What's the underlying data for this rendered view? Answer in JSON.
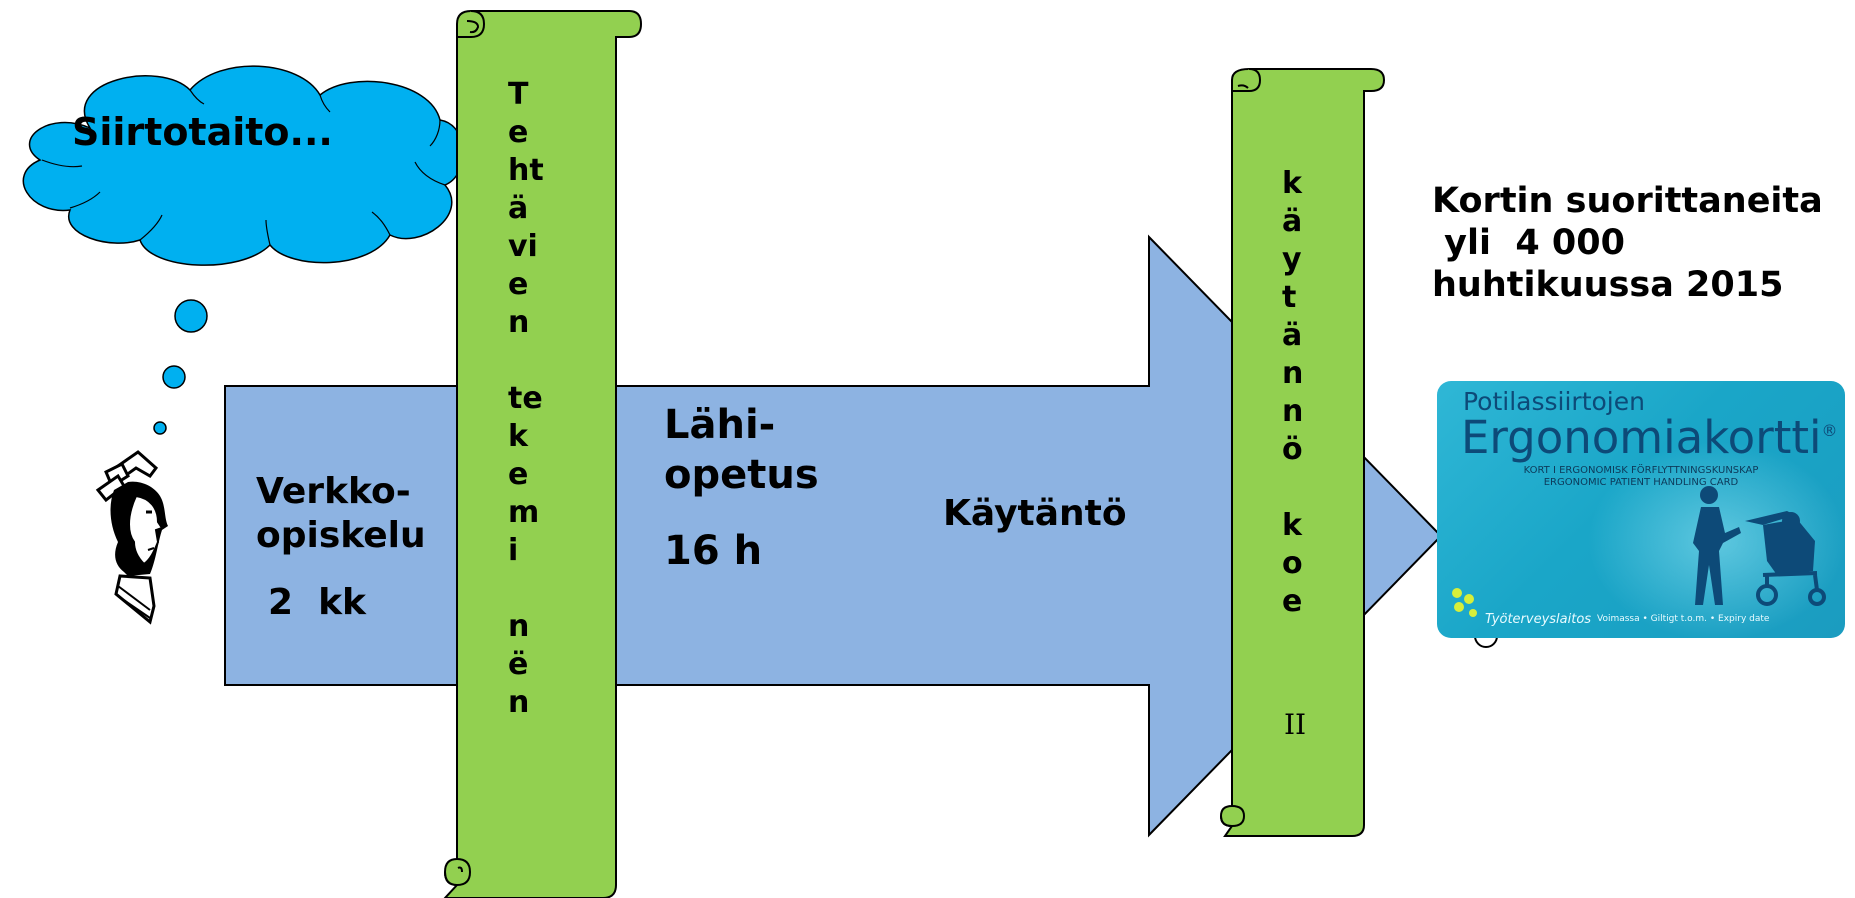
{
  "thought_bubble": {
    "text": "Siirtotaito..."
  },
  "stages": {
    "online": {
      "line1": "Verkko-",
      "line2": "opiskelu",
      "duration": "2  kk"
    },
    "contact": {
      "line1": "Lähi-",
      "line2": "opetus",
      "duration": "16 h"
    },
    "practice": {
      "label": "Käytäntö"
    }
  },
  "scroll_tasks": {
    "letters": [
      "T",
      "e",
      "ht",
      "ä",
      "vi",
      "e",
      "n",
      "",
      "te",
      "k",
      "e",
      "m",
      "i",
      "",
      "n",
      "ë",
      "n"
    ]
  },
  "scroll_exam": {
    "letters": [
      "k",
      "ä",
      "y",
      "t",
      "ä",
      "n",
      "n",
      "ö",
      "",
      "k",
      "o",
      "e"
    ],
    "numeral": "II"
  },
  "stats": {
    "line1": "Kortin suorittaneita",
    "line2": " yli  4 000",
    "line3": "huhtikuussa 2015"
  },
  "card": {
    "subtitle": "Potilassiirtojen",
    "title": "Ergonomiakortti",
    "registered": "®",
    "line_swedish": "KORT I ERGONOMISK FÖRFLYTTNINGSKUNSKAP",
    "line_english": "ERGONOMIC PATIENT HANDLING CARD",
    "brand": "Työterveyslaitos",
    "validity": "Voimassa • Giltigt t.o.m. • Expiry date"
  },
  "colors": {
    "arrow_fill": "#8db3e2",
    "scroll_fill": "#92d050",
    "cloud_fill": "#00b0f0",
    "card_fill": "#1aa6c8",
    "card_text": "#0d4a78"
  }
}
